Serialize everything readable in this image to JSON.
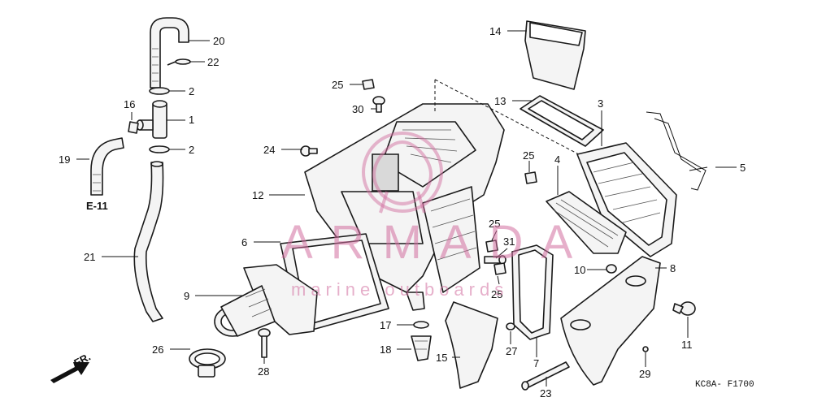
{
  "diagram": {
    "callouts": [
      {
        "id": "c20",
        "text": "20"
      },
      {
        "id": "c22",
        "text": "22"
      },
      {
        "id": "c2a",
        "text": "2"
      },
      {
        "id": "c16",
        "text": "16"
      },
      {
        "id": "c1",
        "text": "1"
      },
      {
        "id": "c2b",
        "text": "2"
      },
      {
        "id": "c19",
        "text": "19"
      },
      {
        "id": "c21",
        "text": "21"
      },
      {
        "id": "c25a",
        "text": "25"
      },
      {
        "id": "c30",
        "text": "30"
      },
      {
        "id": "c24",
        "text": "24"
      },
      {
        "id": "c12",
        "text": "12"
      },
      {
        "id": "c6",
        "text": "6"
      },
      {
        "id": "c9",
        "text": "9"
      },
      {
        "id": "c26",
        "text": "26"
      },
      {
        "id": "c28",
        "text": "28"
      },
      {
        "id": "c17",
        "text": "17"
      },
      {
        "id": "c18",
        "text": "18"
      },
      {
        "id": "c15",
        "text": "15"
      },
      {
        "id": "c14",
        "text": "14"
      },
      {
        "id": "c13",
        "text": "13"
      },
      {
        "id": "c3",
        "text": "3"
      },
      {
        "id": "c5",
        "text": "5"
      },
      {
        "id": "c25b",
        "text": "25"
      },
      {
        "id": "c4",
        "text": "4"
      },
      {
        "id": "c25c",
        "text": "25"
      },
      {
        "id": "c31",
        "text": "31"
      },
      {
        "id": "c25d",
        "text": "25"
      },
      {
        "id": "c10",
        "text": "10"
      },
      {
        "id": "c8",
        "text": "8"
      },
      {
        "id": "c11",
        "text": "11"
      },
      {
        "id": "c27",
        "text": "27"
      },
      {
        "id": "c7",
        "text": "7"
      },
      {
        "id": "c29",
        "text": "29"
      },
      {
        "id": "c23",
        "text": "23"
      }
    ],
    "reference_label": "E-11",
    "direction_label": "FR.",
    "figure_code": "KC8A- F1700"
  },
  "watermark": {
    "brand": "ARMADA",
    "tagline": "marine outboards"
  },
  "colors": {
    "line": "#1a1a1a",
    "watermark": "#d26fa0"
  }
}
